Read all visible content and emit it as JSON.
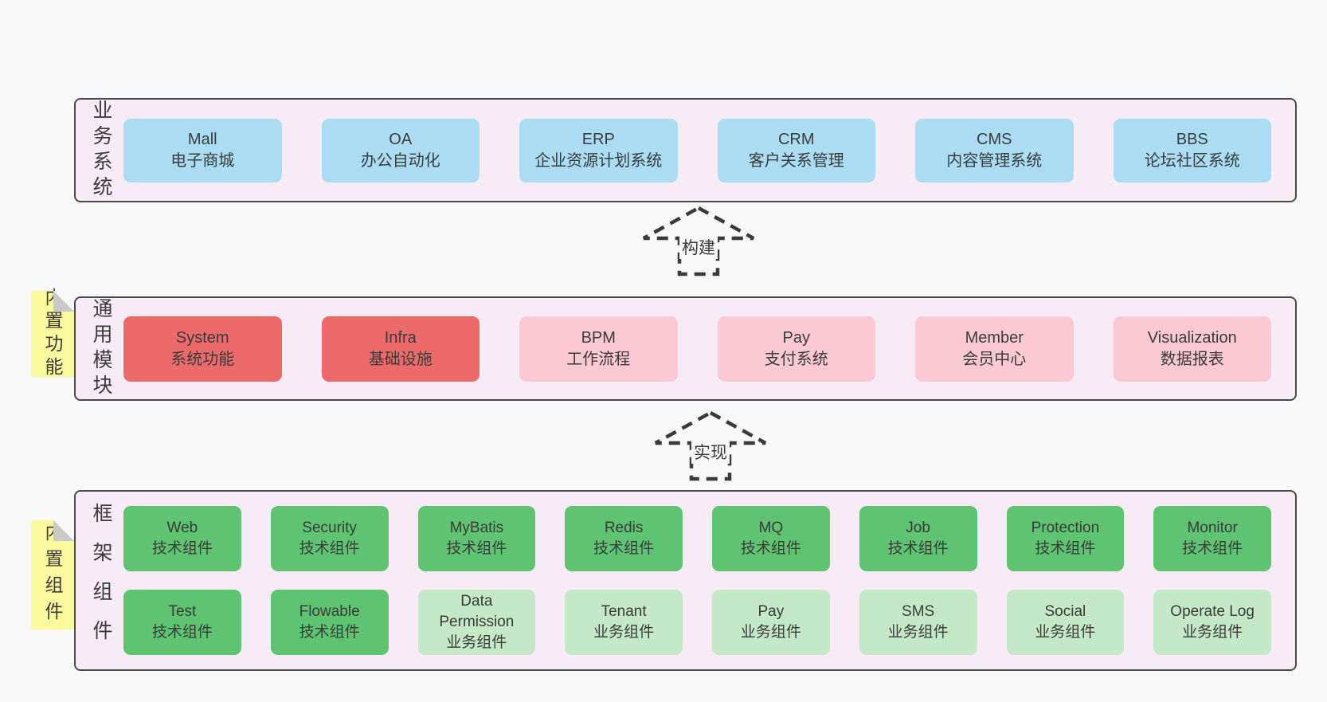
{
  "colors": {
    "pageBg": "#f8f8f8",
    "panelBg": "#f7ecf6",
    "border": "#4a4a4a",
    "text": "#3b3b3b",
    "blue": "#aadcf4",
    "red": "#ed6a6b",
    "pink": "#fac9d3",
    "green": "#5ec471",
    "lightGreen": "#c5e8c7",
    "yellow": "#fbf99e",
    "foldGray": "#c9c9c9",
    "arrow": "#3a3a3a"
  },
  "sections": {
    "business": {
      "label": "业务系统",
      "items": [
        {
          "name": "Mall",
          "desc": "电子商城"
        },
        {
          "name": "OA",
          "desc": "办公自动化"
        },
        {
          "name": "ERP",
          "desc": "企业资源计划系统"
        },
        {
          "name": "CRM",
          "desc": "客户关系管理"
        },
        {
          "name": "CMS",
          "desc": "内容管理系统"
        },
        {
          "name": "BBS",
          "desc": "论坛社区系统"
        }
      ]
    },
    "modules": {
      "label": "通用模块",
      "note": "内置功能",
      "items": [
        {
          "name": "System",
          "desc": "系统功能"
        },
        {
          "name": "Infra",
          "desc": "基础设施"
        },
        {
          "name": "BPM",
          "desc": "工作流程"
        },
        {
          "name": "Pay",
          "desc": "支付系统"
        },
        {
          "name": "Member",
          "desc": "会员中心"
        },
        {
          "name": "Visualization",
          "desc": "数据报表"
        }
      ]
    },
    "framework": {
      "label": "框架组件",
      "note": "内置组件",
      "row1": [
        {
          "name": "Web",
          "desc": "技术组件"
        },
        {
          "name": "Security",
          "desc": "技术组件"
        },
        {
          "name": "MyBatis",
          "desc": "技术组件"
        },
        {
          "name": "Redis",
          "desc": "技术组件"
        },
        {
          "name": "MQ",
          "desc": "技术组件"
        },
        {
          "name": "Job",
          "desc": "技术组件"
        },
        {
          "name": "Protection",
          "desc": "技术组件"
        },
        {
          "name": "Monitor",
          "desc": "技术组件"
        }
      ],
      "row2": [
        {
          "name": "Test",
          "desc": "技术组件"
        },
        {
          "name": "Flowable",
          "desc": "技术组件"
        },
        {
          "name": "Data Permission",
          "desc": "业务组件"
        },
        {
          "name": "Tenant",
          "desc": "业务组件"
        },
        {
          "name": "Pay",
          "desc": "业务组件"
        },
        {
          "name": "SMS",
          "desc": "业务组件"
        },
        {
          "name": "Social",
          "desc": "业务组件"
        },
        {
          "name": "Operate Log",
          "desc": "业务组件"
        }
      ]
    }
  },
  "arrows": {
    "build": {
      "label": "构建"
    },
    "implement": {
      "label": "实现"
    }
  }
}
